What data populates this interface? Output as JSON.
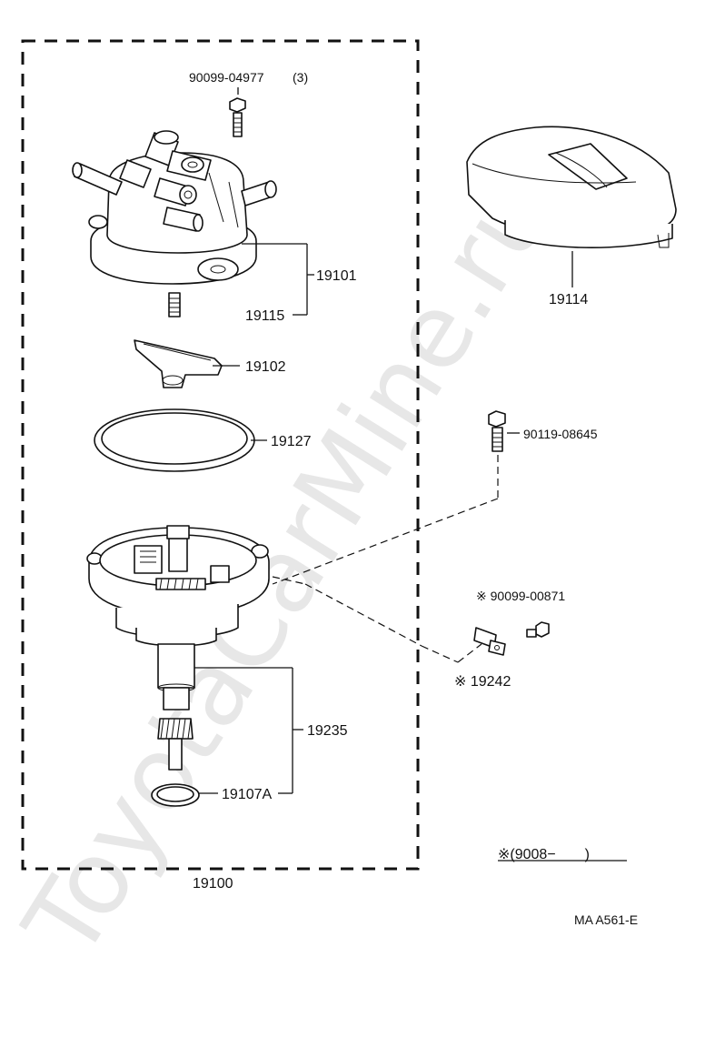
{
  "watermark": "ToyotaCarMine.ru",
  "assembly_label": "19100",
  "parts": [
    {
      "id": "bolt-cap",
      "number": "90099-04977",
      "qty": "(3)"
    },
    {
      "id": "cap",
      "number": "19101"
    },
    {
      "id": "cap-spring",
      "number": "19115"
    },
    {
      "id": "rotor",
      "number": "19102"
    },
    {
      "id": "oring-large",
      "number": "19127"
    },
    {
      "id": "housing",
      "number": "19235"
    },
    {
      "id": "oring-small",
      "number": "19107A"
    },
    {
      "id": "cover",
      "number": "19114"
    },
    {
      "id": "bolt-housing",
      "number": "90119-08645"
    },
    {
      "id": "screw-clamp",
      "number": "※ 90099-00871"
    },
    {
      "id": "clamp",
      "number": "※ 19242"
    }
  ],
  "note": "※(9008−　　)",
  "figure_code": "MA A561-E"
}
